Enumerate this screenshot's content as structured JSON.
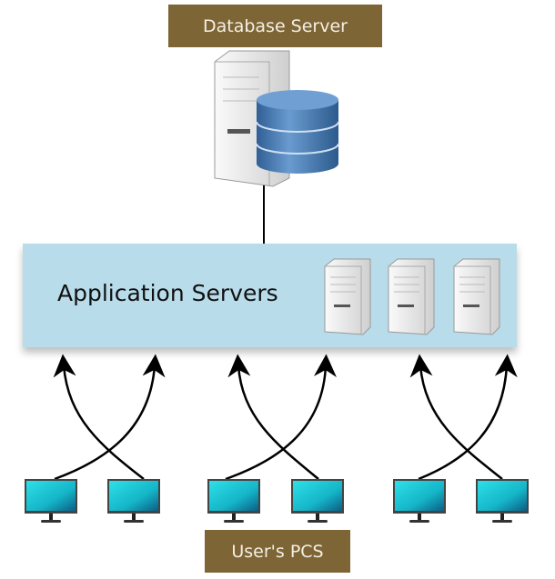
{
  "database_server": {
    "label": "Database Server",
    "icons": [
      "server-tower-icon",
      "database-icon"
    ]
  },
  "application_servers": {
    "label": "Application Servers",
    "server_count": 3
  },
  "user_pcs": {
    "label": "User's PCS",
    "pc_count": 6
  },
  "colors": {
    "label_bg": "#7e6535",
    "app_bg": "#b9dcea",
    "screen": "#1fc3d3",
    "db_blue": "#3f74a8"
  }
}
